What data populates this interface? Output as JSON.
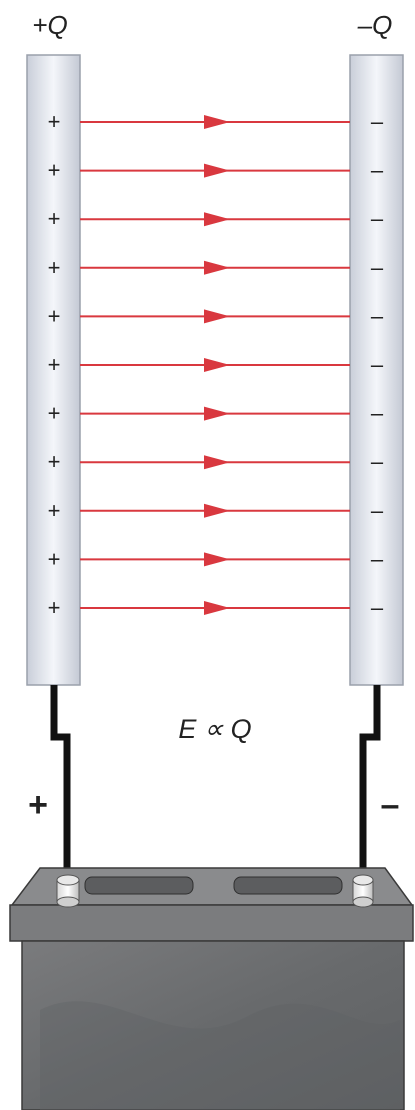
{
  "labels": {
    "left_plate_charge": "+Q",
    "right_plate_charge": "–Q",
    "equation": "E ∝ Q",
    "battery_positive": "+",
    "battery_negative": "–"
  },
  "plates": {
    "left_symbol": "+",
    "right_symbol": "–",
    "charge_count": 11,
    "field_line_count": 11
  },
  "colors": {
    "plate_edge": "#c9ced9",
    "plate_center": "#f4f6fa",
    "plate_border": "#9aa0ab",
    "field_line": "#d9383f",
    "wire": "#111111",
    "battery_body": "#6d6e70",
    "battery_top": "#8a8b8d",
    "battery_outline": "#3a3a3a"
  }
}
